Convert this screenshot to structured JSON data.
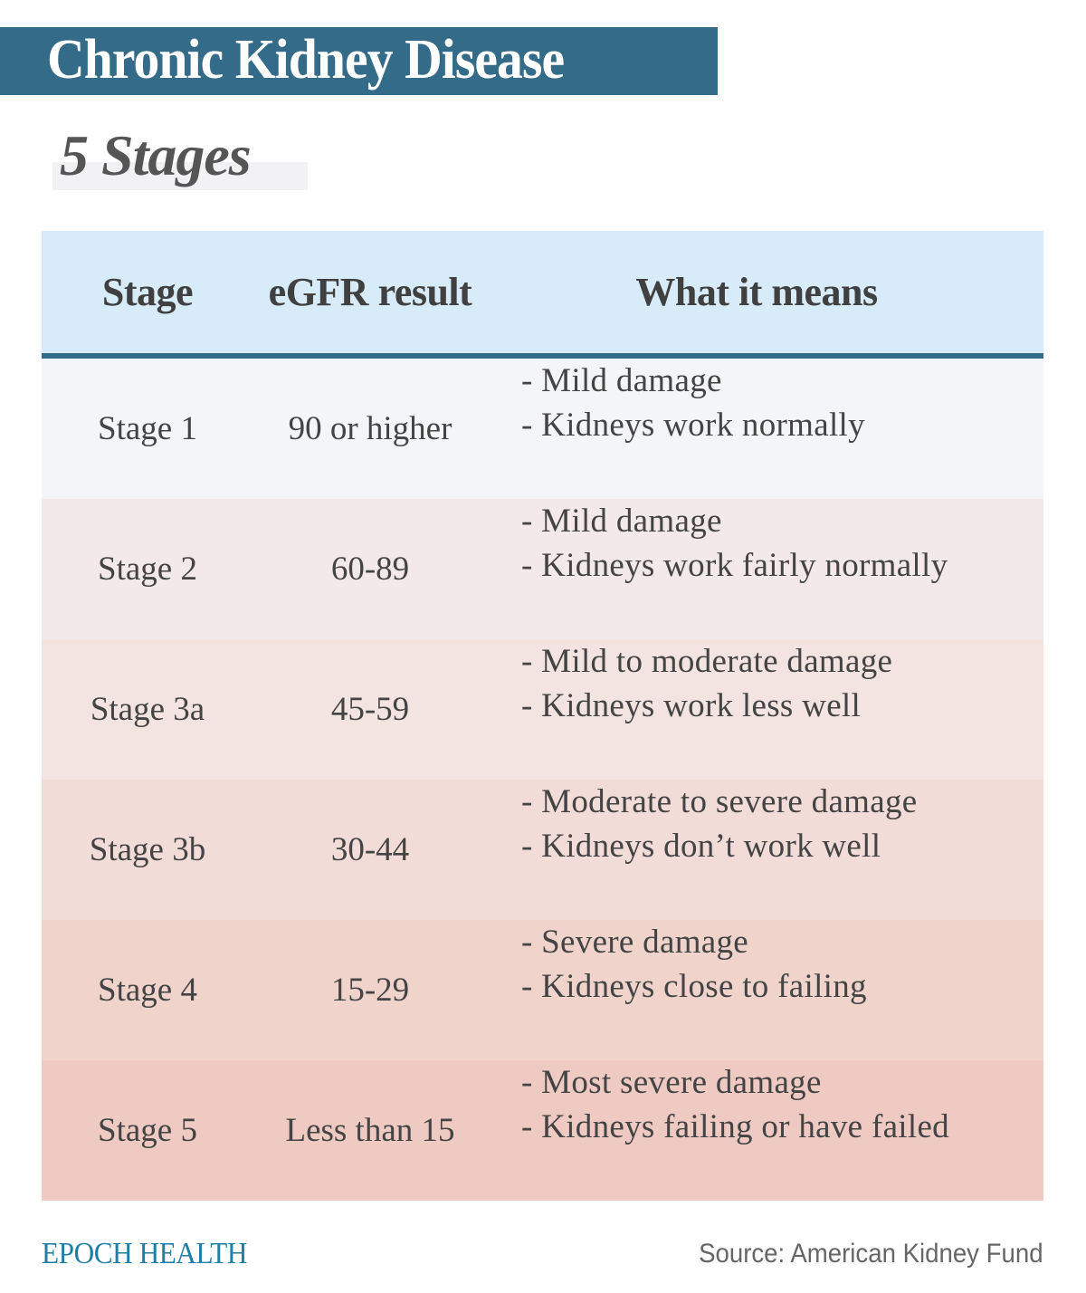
{
  "header": {
    "title": "Chronic Kidney Disease",
    "subtitle": "5 Stages",
    "title_bg_color": "#336b88"
  },
  "table": {
    "columns": [
      "Stage",
      "eGFR result",
      "What it means"
    ],
    "header_bg_color": "#d7ebf8",
    "rows": [
      {
        "stage": "Stage 1",
        "egfr": "90 or higher",
        "meaning": [
          "- Mild damage",
          "- Kidneys work normally"
        ],
        "bg": "#f4f5f8"
      },
      {
        "stage": "Stage 2",
        "egfr": "60-89",
        "meaning": [
          "- Mild damage",
          "- Kidneys work fairly normally"
        ],
        "bg": "#f4e9ea"
      },
      {
        "stage": "Stage 3a",
        "egfr": "45-59",
        "meaning": [
          "- Mild to moderate damage",
          "- Kidneys work less well"
        ],
        "bg": "#f3e4e2"
      },
      {
        "stage": "Stage 3b",
        "egfr": "30-44",
        "meaning": [
          "- Moderate to severe damage",
          "- Kidneys don’t work well"
        ],
        "bg": "#f2dcd7"
      },
      {
        "stage": "Stage 4",
        "egfr": "15-29",
        "meaning": [
          "- Severe damage",
          "- Kidneys close to failing"
        ],
        "bg": "#f0d4cc"
      },
      {
        "stage": "Stage 5",
        "egfr": "Less than 15",
        "meaning": [
          "- Most severe damage",
          "- Kidneys failing or have failed"
        ],
        "bg": "#eecac2"
      }
    ]
  },
  "footer": {
    "brand": "EPOCH HEALTH",
    "source": "Source: American Kidney Fund",
    "brand_color": "#1f7ea6"
  }
}
